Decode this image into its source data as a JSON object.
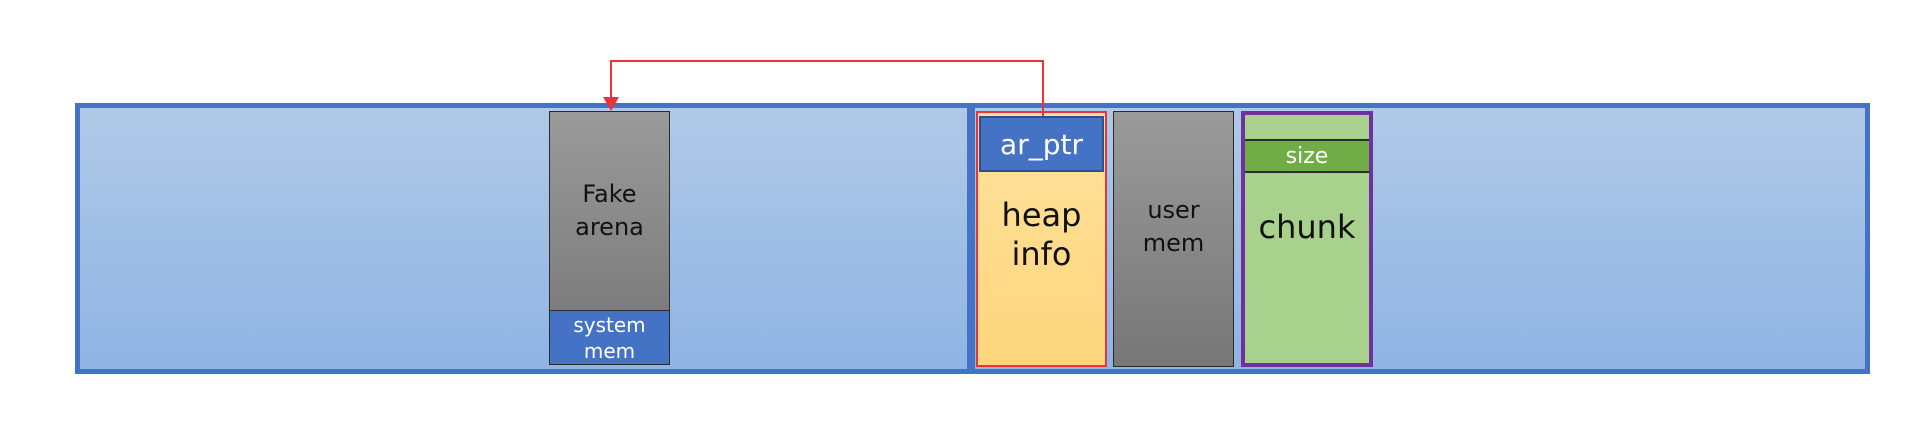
{
  "left_region": {
    "fake_arena": {
      "line1": "Fake",
      "line2": "arena"
    },
    "system_mem": {
      "line1": "system",
      "line2": "mem"
    }
  },
  "right_region": {
    "ar_ptr": "ar_ptr",
    "heap_info": {
      "line1": "heap",
      "line2": "info"
    },
    "user_mem": {
      "line1": "user",
      "line2": "mem"
    },
    "chunk": {
      "label": "chunk",
      "size": "size"
    }
  },
  "colors": {
    "region_border": "#4472c4",
    "region_fill": "#a3c0e6",
    "gray_block": "#8c8c8c",
    "blue_block": "#4472c4",
    "heap_info_fill": "#ffd97d",
    "heap_info_border": "#e8343a",
    "chunk_fill": "#a9d18e",
    "chunk_border": "#7030a0",
    "size_fill": "#70ad47",
    "arrow": "#e8343a"
  }
}
